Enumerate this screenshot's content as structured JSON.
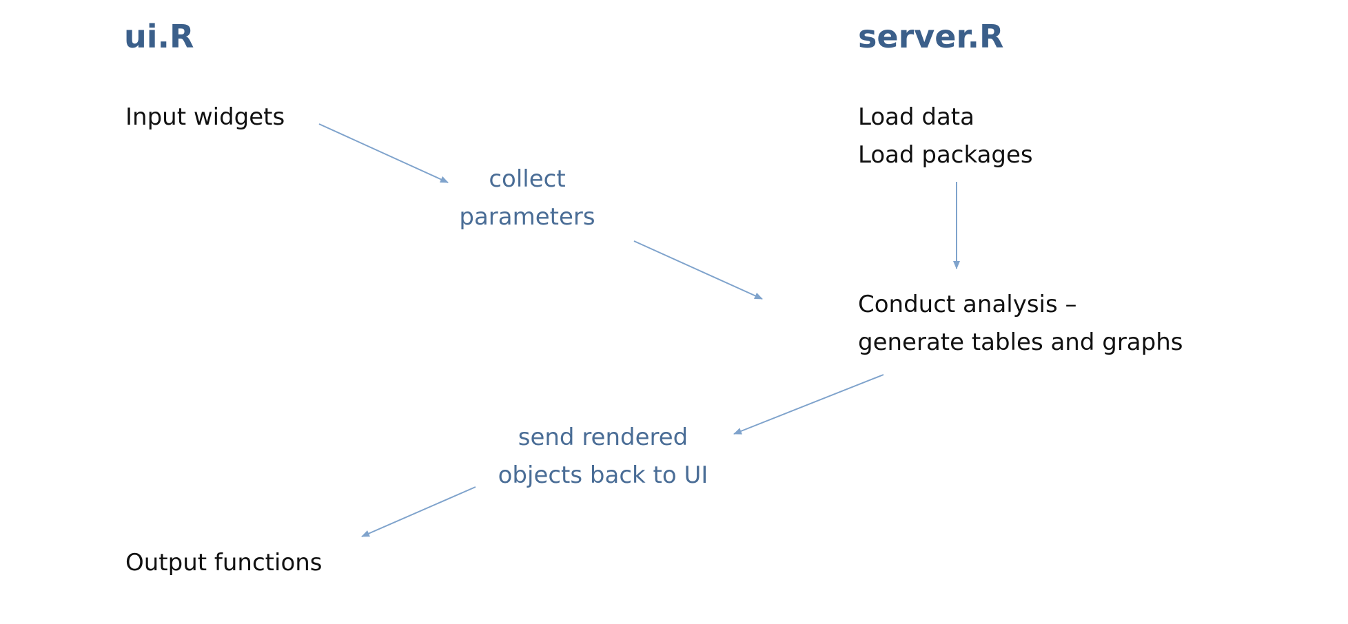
{
  "ui_column": {
    "title": "ui.R",
    "input_widgets": "Input widgets",
    "output_functions": "Output functions"
  },
  "server_column": {
    "title": "server.R",
    "load_lines": [
      "Load data",
      "Load packages"
    ],
    "analysis_lines": [
      "Conduct analysis –",
      "generate tables and graphs"
    ]
  },
  "flow_labels": {
    "collect": [
      "collect",
      "parameters"
    ],
    "send": [
      "send rendered",
      "objects back to UI"
    ]
  },
  "colors": {
    "heading": "#3b5f8a",
    "flow_label": "#4a6d96",
    "arrow": "#7fa3cc",
    "body_text": "#111111"
  }
}
